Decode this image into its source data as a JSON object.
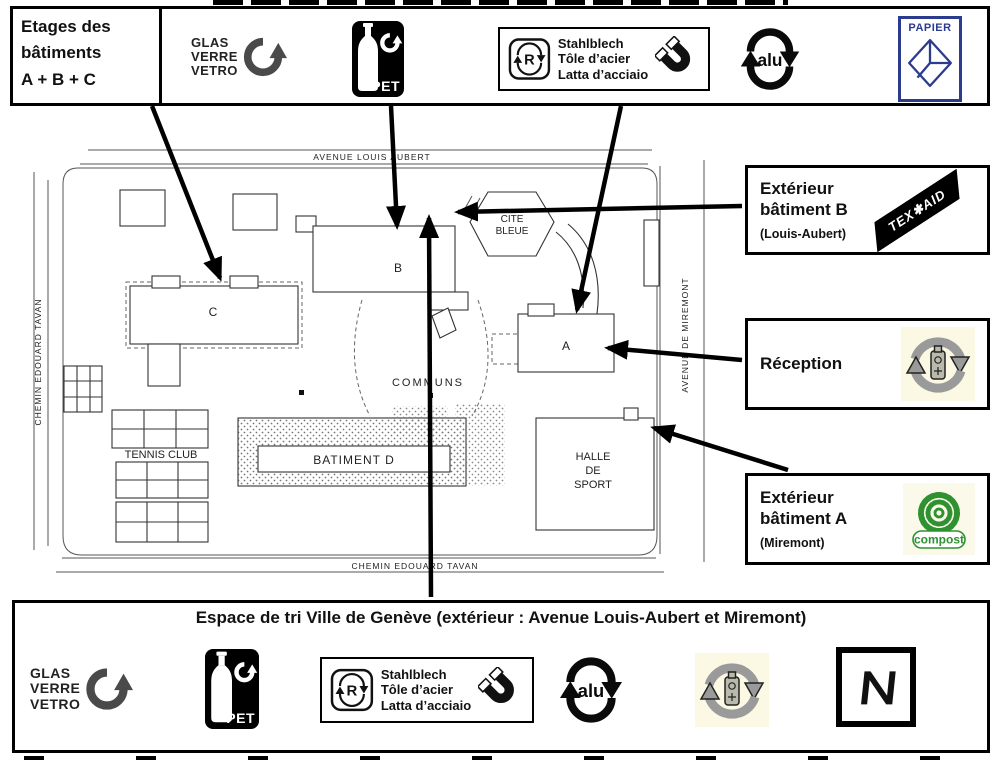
{
  "top_panel": {
    "title_lines": [
      "Etages des",
      "bâtiments",
      "A + B + C"
    ]
  },
  "icons": {
    "glass": {
      "lines": [
        "GLAS",
        "VERRE",
        "VETRO"
      ]
    },
    "pet": {
      "label": "PET"
    },
    "steel": {
      "r_label": "R",
      "lines": [
        "Stahlblech",
        "Tôle d’acier",
        "Latta d’acciaio"
      ]
    },
    "alu": {
      "label": "alu"
    },
    "paper": {
      "label": "PAPIER"
    },
    "textile": {
      "label": "TEX✱AID"
    },
    "compost": {
      "label": "compost"
    }
  },
  "map": {
    "streets": {
      "top": "AVENUE LOUIS AUBERT",
      "left": "CHEMIN EDOUARD TAVAN",
      "right": "AVENUE DE MIREMONT",
      "bottom": "CHEMIN EDOUARD TAVAN"
    },
    "buildings": {
      "a": "A",
      "b": "B",
      "c": "C",
      "cite_bleue_line1": "CITE",
      "cite_bleue_line2": "BLEUE",
      "communs": "COMMUNS",
      "batiment_d": "BATIMENT D",
      "tennis_club": "TENNIS CLUB",
      "halle_line1": "HALLE",
      "halle_line2": "DE",
      "halle_line3": "SPORT"
    }
  },
  "callouts": {
    "exterior_b": {
      "line1": "Extérieur",
      "line2": "bâtiment B",
      "subtitle": "(Louis-Aubert)"
    },
    "reception": {
      "label": "Réception"
    },
    "exterior_a": {
      "line1": "Extérieur",
      "line2": "bâtiment A",
      "subtitle": "(Miremont)"
    }
  },
  "bottom_panel": {
    "title": "Espace de tri Ville de Genève (extérieur : Avenue Louis-Aubert et Miremont)"
  },
  "colors": {
    "paper_blue": "#2b3c8e",
    "compost_green": "#2f9130",
    "battery_bg": "#fbf9e4"
  }
}
